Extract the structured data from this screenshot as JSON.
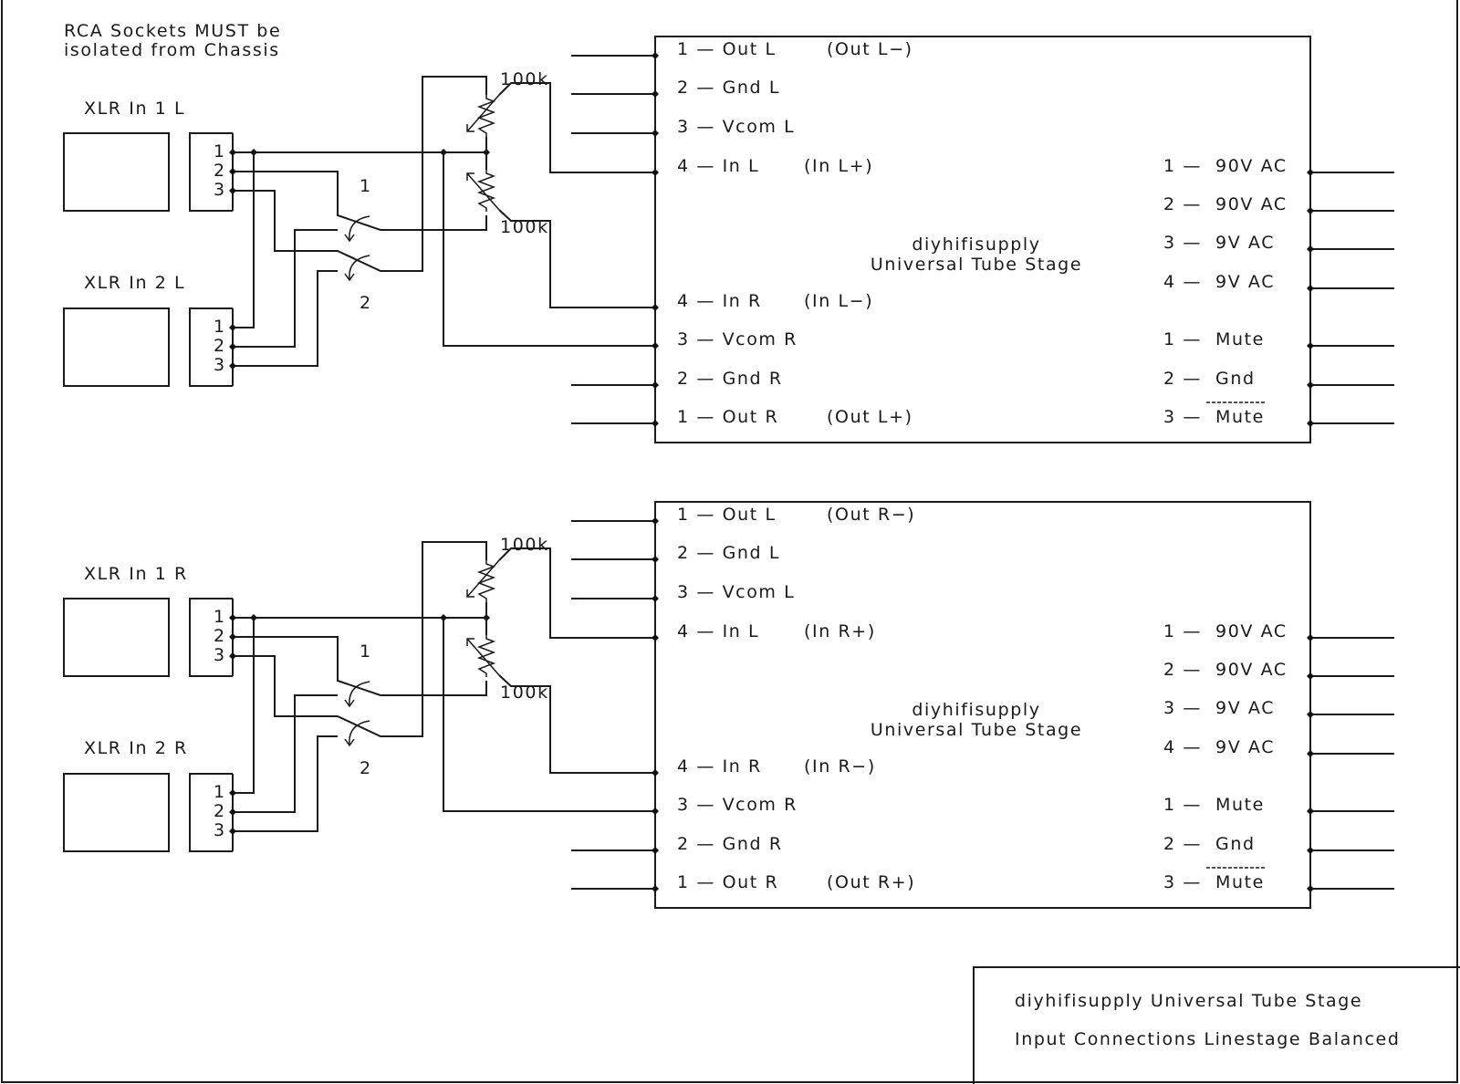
{
  "note": [
    "RCA Sockets MUST be",
    "isolated from Chassis"
  ],
  "channels": [
    {
      "id": "L",
      "connectors": [
        {
          "label": "XLR In 1 L",
          "pins": [
            "1",
            "2",
            "3"
          ]
        },
        {
          "label": "XLR In 2 L",
          "pins": [
            "1",
            "2",
            "3"
          ]
        }
      ],
      "switch_labels": [
        "1",
        "2"
      ],
      "pot_labels": [
        "100k",
        "100k"
      ],
      "module": {
        "title": [
          "diyhifisupply",
          "Universal Tube Stage"
        ],
        "left_pins": [
          {
            "label": "1 — Out L",
            "note": "(Out L−)"
          },
          {
            "label": "2 — Gnd L",
            "note": ""
          },
          {
            "label": "3 — Vcom L",
            "note": ""
          },
          {
            "label": "4 — In L",
            "note": "(In L+)"
          },
          {
            "label": "4 — In R",
            "note": "(In L−)"
          },
          {
            "label": "3 — Vcom R",
            "note": ""
          },
          {
            "label": "2 — Gnd R",
            "note": ""
          },
          {
            "label": "1 — Out R",
            "note": "(Out L+)"
          }
        ],
        "right_pins": [
          {
            "num": "1 —",
            "name": "90V AC",
            "overline": false
          },
          {
            "num": "2 —",
            "name": "90V AC",
            "overline": false
          },
          {
            "num": "3 —",
            "name": "9V AC",
            "overline": false
          },
          {
            "num": "4 —",
            "name": "9V AC",
            "overline": false
          },
          {
            "num": "1 —",
            "name": "Mute",
            "overline": false
          },
          {
            "num": "2 —",
            "name": "Gnd",
            "overline": false
          },
          {
            "num": "3 —",
            "name": "Mute",
            "overline": true
          }
        ]
      }
    },
    {
      "id": "R",
      "connectors": [
        {
          "label": "XLR In 1 R",
          "pins": [
            "1",
            "2",
            "3"
          ]
        },
        {
          "label": "XLR In 2 R",
          "pins": [
            "1",
            "2",
            "3"
          ]
        }
      ],
      "switch_labels": [
        "1",
        "2"
      ],
      "pot_labels": [
        "100k",
        "100k"
      ],
      "module": {
        "title": [
          "diyhifisupply",
          "Universal Tube Stage"
        ],
        "left_pins": [
          {
            "label": "1 — Out L",
            "note": "(Out R−)"
          },
          {
            "label": "2 — Gnd L",
            "note": ""
          },
          {
            "label": "3 — Vcom L",
            "note": ""
          },
          {
            "label": "4 — In L",
            "note": "(In R+)"
          },
          {
            "label": "4 — In R",
            "note": "(In R−)"
          },
          {
            "label": "3 — Vcom R",
            "note": ""
          },
          {
            "label": "2 — Gnd R",
            "note": ""
          },
          {
            "label": "1 — Out R",
            "note": "(Out R+)"
          }
        ],
        "right_pins": [
          {
            "num": "1 —",
            "name": "90V AC",
            "overline": false
          },
          {
            "num": "2 —",
            "name": "90V AC",
            "overline": false
          },
          {
            "num": "3 —",
            "name": "9V AC",
            "overline": false
          },
          {
            "num": "4 —",
            "name": "9V AC",
            "overline": false
          },
          {
            "num": "1 —",
            "name": "Mute",
            "overline": false
          },
          {
            "num": "2 —",
            "name": "Gnd",
            "overline": false
          },
          {
            "num": "3 —",
            "name": "Mute",
            "overline": true
          }
        ]
      }
    }
  ],
  "title_block": {
    "line1": "diyhifisupply Universal Tube Stage",
    "line2": "Input Connections Linestage Balanced"
  }
}
